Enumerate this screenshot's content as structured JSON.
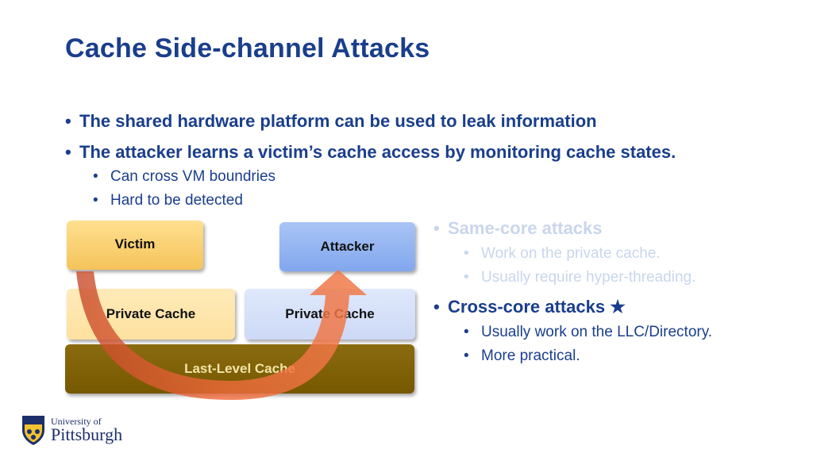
{
  "slide": {
    "title": "Cache Side-channel Attacks",
    "bullets": [
      "The shared hardware platform can be used to leak information",
      "The attacker learns a victim’s cache access by monitoring cache states."
    ],
    "sub_bullets": [
      "Can cross VM boundries",
      "Hard to be detected"
    ]
  },
  "diagram": {
    "victim": "Victim",
    "attacker": "Attacker",
    "private_cache_left": "Private Cache",
    "private_cache_right": "Private Cache",
    "llc": "Last-Level Cache",
    "colors": {
      "victim": "#f5c35a",
      "attacker": "#82a7ee",
      "llc": "#765800",
      "arrow": "#e0542a"
    }
  },
  "attacks": {
    "same_core": {
      "heading": "Same-core attacks",
      "items": [
        "Work on the private cache.",
        "Usually require hyper-threading."
      ]
    },
    "cross_core": {
      "heading": "Cross-core attacks",
      "star": "★",
      "items": [
        "Usually work on the LLC/Directory.",
        "More practical."
      ]
    }
  },
  "logo": {
    "line1": "University of",
    "line2": "Pittsburgh",
    "icon": "shield-icon"
  },
  "colors": {
    "primary": "#1a3e8c",
    "faded": "#c9d6ec"
  }
}
